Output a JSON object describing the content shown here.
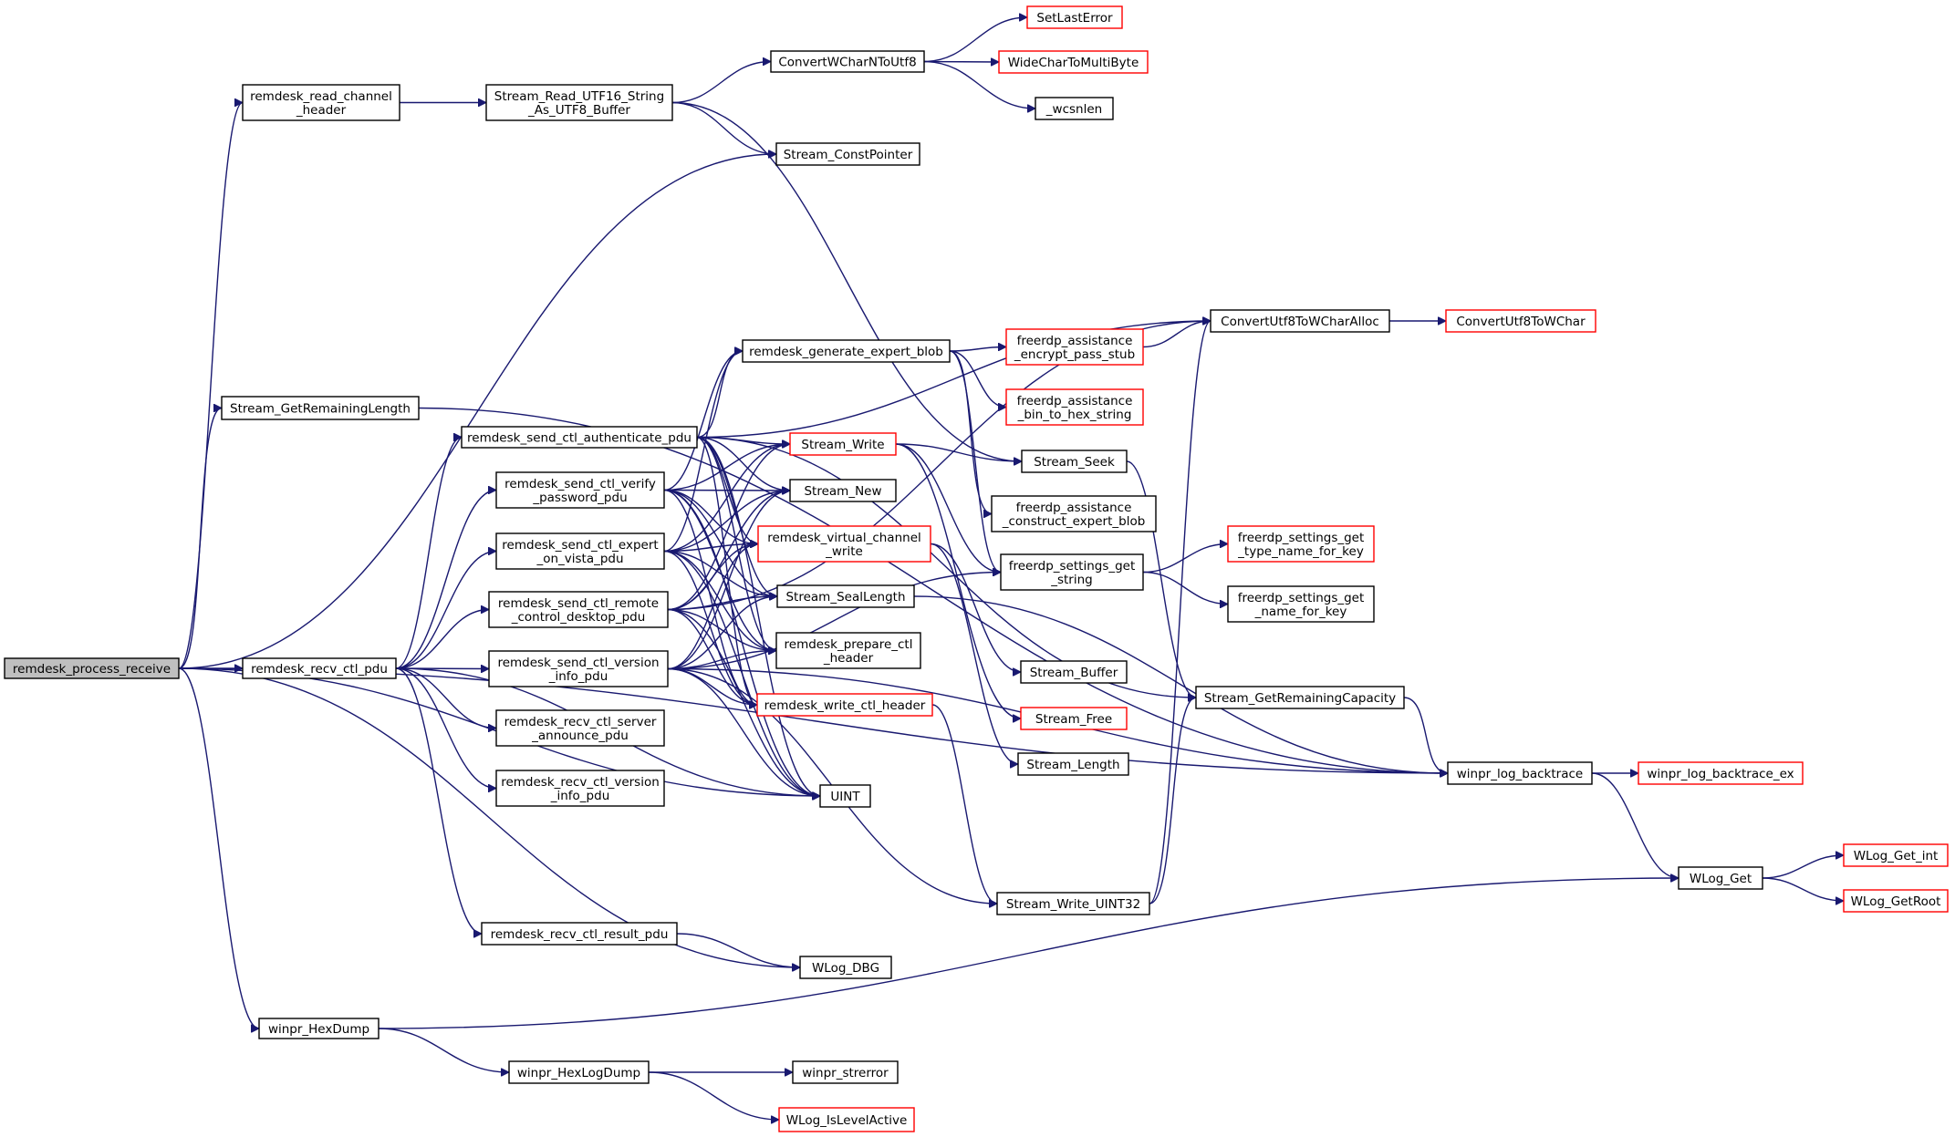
{
  "nodes": {
    "remdesk_process_receive": {
      "lines": [
        "remdesk_process_receive"
      ],
      "style": "root"
    },
    "remdesk_read_channel_header": {
      "lines": [
        "remdesk_read_channel",
        "_header"
      ],
      "style": "normal"
    },
    "Stream_GetRemainingLength": {
      "lines": [
        "Stream_GetRemainingLength"
      ],
      "style": "normal"
    },
    "remdesk_recv_ctl_pdu": {
      "lines": [
        "remdesk_recv_ctl_pdu"
      ],
      "style": "normal"
    },
    "winpr_HexDump": {
      "lines": [
        "winpr_HexDump"
      ],
      "style": "normal"
    },
    "Stream_Read_UTF16_String_As_UTF8_Buffer": {
      "lines": [
        "Stream_Read_UTF16_String",
        "_As_UTF8_Buffer"
      ],
      "style": "normal"
    },
    "remdesk_send_ctl_authenticate_pdu": {
      "lines": [
        "remdesk_send_ctl_authenticate_pdu"
      ],
      "style": "normal"
    },
    "remdesk_send_ctl_verify_password_pdu": {
      "lines": [
        "remdesk_send_ctl_verify",
        "_password_pdu"
      ],
      "style": "normal"
    },
    "remdesk_send_ctl_expert_on_vista_pdu": {
      "lines": [
        "remdesk_send_ctl_expert",
        "_on_vista_pdu"
      ],
      "style": "normal"
    },
    "remdesk_send_ctl_remote_control_desktop_pdu": {
      "lines": [
        "remdesk_send_ctl_remote",
        "_control_desktop_pdu"
      ],
      "style": "normal"
    },
    "remdesk_send_ctl_version_info_pdu": {
      "lines": [
        "remdesk_send_ctl_version",
        "_info_pdu"
      ],
      "style": "normal"
    },
    "remdesk_recv_ctl_server_announce_pdu": {
      "lines": [
        "remdesk_recv_ctl_server",
        "_announce_pdu"
      ],
      "style": "normal"
    },
    "remdesk_recv_ctl_version_info_pdu": {
      "lines": [
        "remdesk_recv_ctl_version",
        "_info_pdu"
      ],
      "style": "normal"
    },
    "remdesk_recv_ctl_result_pdu": {
      "lines": [
        "remdesk_recv_ctl_result_pdu"
      ],
      "style": "normal"
    },
    "winpr_HexLogDump": {
      "lines": [
        "winpr_HexLogDump"
      ],
      "style": "normal"
    },
    "ConvertWCharNToUtf8": {
      "lines": [
        "ConvertWCharNToUtf8"
      ],
      "style": "normal"
    },
    "Stream_ConstPointer": {
      "lines": [
        "Stream_ConstPointer"
      ],
      "style": "normal"
    },
    "remdesk_generate_expert_blob": {
      "lines": [
        "remdesk_generate_expert_blob"
      ],
      "style": "normal"
    },
    "Stream_Write": {
      "lines": [
        "Stream_Write"
      ],
      "style": "ext"
    },
    "Stream_New": {
      "lines": [
        "Stream_New"
      ],
      "style": "normal"
    },
    "remdesk_virtual_channel_write": {
      "lines": [
        "remdesk_virtual_channel",
        "_write"
      ],
      "style": "ext"
    },
    "Stream_SealLength": {
      "lines": [
        "Stream_SealLength"
      ],
      "style": "normal"
    },
    "remdesk_prepare_ctl_header": {
      "lines": [
        "remdesk_prepare_ctl",
        "_header"
      ],
      "style": "normal"
    },
    "remdesk_write_ctl_header": {
      "lines": [
        "remdesk_write_ctl_header"
      ],
      "style": "ext"
    },
    "UINT": {
      "lines": [
        "UINT"
      ],
      "style": "normal"
    },
    "WLog_DBG": {
      "lines": [
        "WLog_DBG"
      ],
      "style": "normal"
    },
    "winpr_strerror": {
      "lines": [
        "winpr_strerror"
      ],
      "style": "normal"
    },
    "WLog_IsLevelActive": {
      "lines": [
        "WLog_IsLevelActive"
      ],
      "style": "ext"
    },
    "SetLastError": {
      "lines": [
        "SetLastError"
      ],
      "style": "ext"
    },
    "WideCharToMultiByte": {
      "lines": [
        "WideCharToMultiByte"
      ],
      "style": "ext"
    },
    "_wcsnlen": {
      "lines": [
        "_wcsnlen"
      ],
      "style": "normal"
    },
    "freerdp_assistance_encrypt_pass_stub": {
      "lines": [
        "freerdp_assistance",
        "_encrypt_pass_stub"
      ],
      "style": "ext"
    },
    "freerdp_assistance_bin_to_hex_string": {
      "lines": [
        "freerdp_assistance",
        "_bin_to_hex_string"
      ],
      "style": "ext"
    },
    "Stream_Seek": {
      "lines": [
        "Stream_Seek"
      ],
      "style": "normal"
    },
    "freerdp_assistance_construct_expert_blob": {
      "lines": [
        "freerdp_assistance",
        "_construct_expert_blob"
      ],
      "style": "normal"
    },
    "freerdp_settings_get_string": {
      "lines": [
        "freerdp_settings_get",
        "_string"
      ],
      "style": "normal"
    },
    "Stream_Buffer": {
      "lines": [
        "Stream_Buffer"
      ],
      "style": "normal"
    },
    "Stream_Free": {
      "lines": [
        "Stream_Free"
      ],
      "style": "ext"
    },
    "Stream_Length": {
      "lines": [
        "Stream_Length"
      ],
      "style": "normal"
    },
    "Stream_Write_UINT32": {
      "lines": [
        "Stream_Write_UINT32"
      ],
      "style": "normal"
    },
    "ConvertUtf8ToWCharAlloc": {
      "lines": [
        "ConvertUtf8ToWCharAlloc"
      ],
      "style": "normal"
    },
    "freerdp_settings_get_type_name_for_key": {
      "lines": [
        "freerdp_settings_get",
        "_type_name_for_key"
      ],
      "style": "ext"
    },
    "freerdp_settings_get_name_for_key": {
      "lines": [
        "freerdp_settings_get",
        "_name_for_key"
      ],
      "style": "normal"
    },
    "Stream_GetRemainingCapacity": {
      "lines": [
        "Stream_GetRemainingCapacity"
      ],
      "style": "normal"
    },
    "ConvertUtf8ToWChar": {
      "lines": [
        "ConvertUtf8ToWChar"
      ],
      "style": "ext"
    },
    "winpr_log_backtrace": {
      "lines": [
        "winpr_log_backtrace"
      ],
      "style": "normal"
    },
    "winpr_log_backtrace_ex": {
      "lines": [
        "winpr_log_backtrace_ex"
      ],
      "style": "ext"
    },
    "WLog_Get": {
      "lines": [
        "WLog_Get"
      ],
      "style": "normal"
    },
    "WLog_Get_int": {
      "lines": [
        "WLog_Get_int"
      ],
      "style": "ext"
    },
    "WLog_GetRoot": {
      "lines": [
        "WLog_GetRoot"
      ],
      "style": "ext"
    }
  },
  "edges": [
    [
      "remdesk_process_receive",
      "remdesk_read_channel_header"
    ],
    [
      "remdesk_process_receive",
      "Stream_ConstPointer"
    ],
    [
      "remdesk_process_receive",
      "winpr_log_backtrace"
    ],
    [
      "remdesk_process_receive",
      "Stream_GetRemainingLength"
    ],
    [
      "remdesk_process_receive",
      "remdesk_recv_ctl_pdu"
    ],
    [
      "remdesk_process_receive",
      "UINT"
    ],
    [
      "remdesk_process_receive",
      "WLog_DBG"
    ],
    [
      "remdesk_process_receive",
      "winpr_HexDump"
    ],
    [
      "remdesk_read_channel_header",
      "Stream_Read_UTF16_String_As_UTF8_Buffer"
    ],
    [
      "Stream_Read_UTF16_String_As_UTF8_Buffer",
      "ConvertWCharNToUtf8"
    ],
    [
      "Stream_Read_UTF16_String_As_UTF8_Buffer",
      "Stream_ConstPointer"
    ],
    [
      "Stream_Read_UTF16_String_As_UTF8_Buffer",
      "Stream_Seek"
    ],
    [
      "ConvertWCharNToUtf8",
      "SetLastError"
    ],
    [
      "ConvertWCharNToUtf8",
      "WideCharToMultiByte"
    ],
    [
      "ConvertWCharNToUtf8",
      "_wcsnlen"
    ],
    [
      "Stream_GetRemainingLength",
      "winpr_log_backtrace"
    ],
    [
      "remdesk_recv_ctl_pdu",
      "remdesk_send_ctl_authenticate_pdu"
    ],
    [
      "remdesk_recv_ctl_pdu",
      "remdesk_send_ctl_verify_password_pdu"
    ],
    [
      "remdesk_recv_ctl_pdu",
      "remdesk_send_ctl_expert_on_vista_pdu"
    ],
    [
      "remdesk_recv_ctl_pdu",
      "remdesk_send_ctl_remote_control_desktop_pdu"
    ],
    [
      "remdesk_recv_ctl_pdu",
      "remdesk_send_ctl_version_info_pdu"
    ],
    [
      "remdesk_recv_ctl_pdu",
      "remdesk_recv_ctl_server_announce_pdu"
    ],
    [
      "remdesk_recv_ctl_pdu",
      "remdesk_recv_ctl_version_info_pdu"
    ],
    [
      "remdesk_recv_ctl_pdu",
      "remdesk_recv_ctl_result_pdu"
    ],
    [
      "remdesk_recv_ctl_pdu",
      "UINT"
    ],
    [
      "remdesk_send_ctl_authenticate_pdu",
      "ConvertUtf8ToWCharAlloc"
    ],
    [
      "remdesk_send_ctl_authenticate_pdu",
      "remdesk_generate_expert_blob"
    ],
    [
      "remdesk_send_ctl_authenticate_pdu",
      "Stream_Write"
    ],
    [
      "remdesk_send_ctl_authenticate_pdu",
      "Stream_New"
    ],
    [
      "remdesk_send_ctl_authenticate_pdu",
      "remdesk_virtual_channel_write"
    ],
    [
      "remdesk_send_ctl_authenticate_pdu",
      "Stream_SealLength"
    ],
    [
      "remdesk_send_ctl_authenticate_pdu",
      "remdesk_prepare_ctl_header"
    ],
    [
      "remdesk_send_ctl_authenticate_pdu",
      "remdesk_write_ctl_header"
    ],
    [
      "remdesk_send_ctl_authenticate_pdu",
      "UINT"
    ],
    [
      "remdesk_send_ctl_authenticate_pdu",
      "Stream_GetRemainingCapacity"
    ],
    [
      "remdesk_send_ctl_verify_password_pdu",
      "remdesk_generate_expert_blob"
    ],
    [
      "remdesk_send_ctl_verify_password_pdu",
      "Stream_Write"
    ],
    [
      "remdesk_send_ctl_verify_password_pdu",
      "Stream_New"
    ],
    [
      "remdesk_send_ctl_verify_password_pdu",
      "remdesk_virtual_channel_write"
    ],
    [
      "remdesk_send_ctl_verify_password_pdu",
      "Stream_SealLength"
    ],
    [
      "remdesk_send_ctl_verify_password_pdu",
      "remdesk_prepare_ctl_header"
    ],
    [
      "remdesk_send_ctl_verify_password_pdu",
      "remdesk_write_ctl_header"
    ],
    [
      "remdesk_send_ctl_verify_password_pdu",
      "UINT"
    ],
    [
      "remdesk_send_ctl_expert_on_vista_pdu",
      "remdesk_generate_expert_blob"
    ],
    [
      "remdesk_send_ctl_expert_on_vista_pdu",
      "Stream_Write"
    ],
    [
      "remdesk_send_ctl_expert_on_vista_pdu",
      "Stream_New"
    ],
    [
      "remdesk_send_ctl_expert_on_vista_pdu",
      "remdesk_virtual_channel_write"
    ],
    [
      "remdesk_send_ctl_expert_on_vista_pdu",
      "Stream_SealLength"
    ],
    [
      "remdesk_send_ctl_expert_on_vista_pdu",
      "remdesk_prepare_ctl_header"
    ],
    [
      "remdesk_send_ctl_expert_on_vista_pdu",
      "remdesk_write_ctl_header"
    ],
    [
      "remdesk_send_ctl_expert_on_vista_pdu",
      "UINT"
    ],
    [
      "remdesk_send_ctl_remote_control_desktop_pdu",
      "Stream_Write"
    ],
    [
      "remdesk_send_ctl_remote_control_desktop_pdu",
      "Stream_New"
    ],
    [
      "remdesk_send_ctl_remote_control_desktop_pdu",
      "remdesk_virtual_channel_write"
    ],
    [
      "remdesk_send_ctl_remote_control_desktop_pdu",
      "Stream_SealLength"
    ],
    [
      "remdesk_send_ctl_remote_control_desktop_pdu",
      "remdesk_prepare_ctl_header"
    ],
    [
      "remdesk_send_ctl_remote_control_desktop_pdu",
      "remdesk_write_ctl_header"
    ],
    [
      "remdesk_send_ctl_remote_control_desktop_pdu",
      "UINT"
    ],
    [
      "remdesk_send_ctl_remote_control_desktop_pdu",
      "ConvertUtf8ToWCharAlloc"
    ],
    [
      "remdesk_send_ctl_version_info_pdu",
      "Stream_New"
    ],
    [
      "remdesk_send_ctl_version_info_pdu",
      "remdesk_virtual_channel_write"
    ],
    [
      "remdesk_send_ctl_version_info_pdu",
      "Stream_SealLength"
    ],
    [
      "remdesk_send_ctl_version_info_pdu",
      "remdesk_prepare_ctl_header"
    ],
    [
      "remdesk_send_ctl_version_info_pdu",
      "remdesk_write_ctl_header"
    ],
    [
      "remdesk_send_ctl_version_info_pdu",
      "UINT"
    ],
    [
      "remdesk_send_ctl_version_info_pdu",
      "freerdp_settings_get_string"
    ],
    [
      "remdesk_send_ctl_version_info_pdu",
      "Stream_Write_UINT32"
    ],
    [
      "remdesk_send_ctl_version_info_pdu",
      "winpr_log_backtrace"
    ],
    [
      "remdesk_recv_ctl_result_pdu",
      "WLog_DBG"
    ],
    [
      "remdesk_generate_expert_blob",
      "freerdp_assistance_encrypt_pass_stub"
    ],
    [
      "remdesk_generate_expert_blob",
      "freerdp_assistance_bin_to_hex_string"
    ],
    [
      "remdesk_generate_expert_blob",
      "freerdp_assistance_construct_expert_blob"
    ],
    [
      "remdesk_generate_expert_blob",
      "freerdp_settings_get_string"
    ],
    [
      "freerdp_assistance_encrypt_pass_stub",
      "ConvertUtf8ToWCharAlloc"
    ],
    [
      "Stream_Write",
      "Stream_Seek"
    ],
    [
      "Stream_Write",
      "freerdp_settings_get_string"
    ],
    [
      "Stream_Write",
      "Stream_Free"
    ],
    [
      "remdesk_virtual_channel_write",
      "Stream_Buffer"
    ],
    [
      "remdesk_virtual_channel_write",
      "Stream_Length"
    ],
    [
      "Stream_SealLength",
      "winpr_log_backtrace"
    ],
    [
      "remdesk_write_ctl_header",
      "Stream_Write_UINT32"
    ],
    [
      "Stream_Seek",
      "Stream_GetRemainingCapacity"
    ],
    [
      "freerdp_settings_get_string",
      "freerdp_settings_get_type_name_for_key"
    ],
    [
      "freerdp_settings_get_string",
      "freerdp_settings_get_name_for_key"
    ],
    [
      "Stream_Write_UINT32",
      "Stream_GetRemainingCapacity"
    ],
    [
      "Stream_Write_UINT32",
      "ConvertUtf8ToWCharAlloc"
    ],
    [
      "ConvertUtf8ToWCharAlloc",
      "ConvertUtf8ToWChar"
    ],
    [
      "Stream_GetRemainingCapacity",
      "winpr_log_backtrace"
    ],
    [
      "winpr_log_backtrace",
      "winpr_log_backtrace_ex"
    ],
    [
      "winpr_log_backtrace",
      "WLog_Get"
    ],
    [
      "WLog_Get",
      "WLog_Get_int"
    ],
    [
      "WLog_Get",
      "WLog_GetRoot"
    ],
    [
      "winpr_HexDump",
      "winpr_HexLogDump"
    ],
    [
      "winpr_HexDump",
      "WLog_Get"
    ],
    [
      "winpr_HexLogDump",
      "winpr_strerror"
    ],
    [
      "winpr_HexLogDump",
      "WLog_IsLevelActive"
    ]
  ],
  "colors": {
    "edge": "#191970",
    "root_fill": "#bfbfbf",
    "ext_border": "#ff0000",
    "border": "#000000"
  }
}
